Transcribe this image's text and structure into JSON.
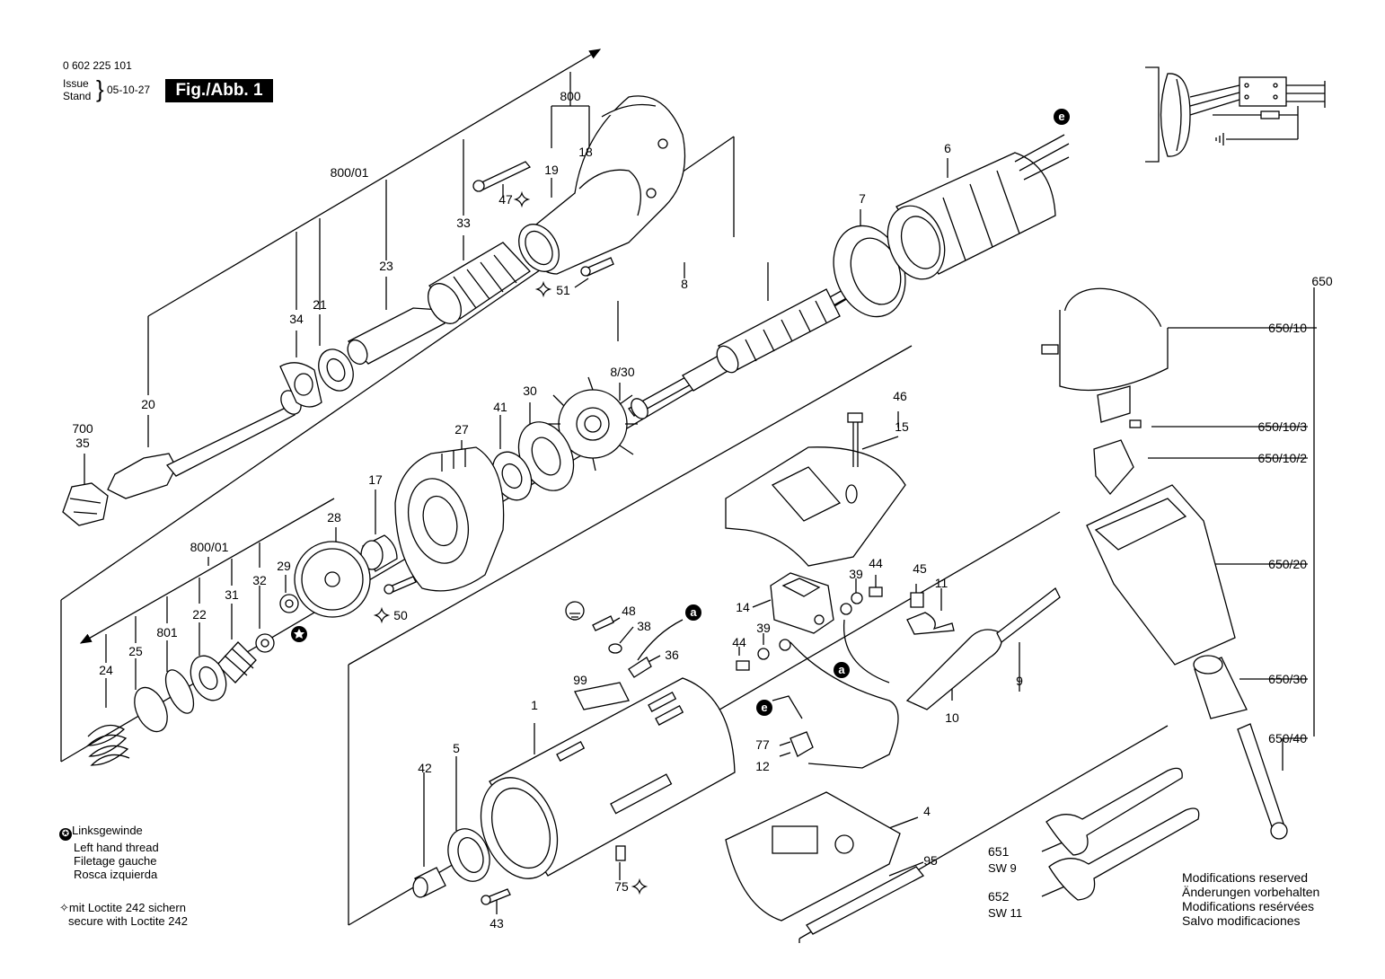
{
  "header": {
    "part_number": "0 602 225 101",
    "issue_label": "Issue",
    "stand_label": "Stand",
    "date": "05-10-27",
    "figure": "Fig./Abb. 1"
  },
  "callouts": {
    "c800": "800",
    "c18": "18",
    "c19": "19",
    "c47": "47",
    "c800_01_top": "800/01",
    "c33": "33",
    "c23": "23",
    "c51": "51",
    "c34": "34",
    "c21": "21",
    "c20": "20",
    "c700": "700",
    "c35": "35",
    "c6": "6",
    "c7": "7",
    "c8": "8",
    "c8_30": "8/30",
    "c30": "30",
    "c41": "41",
    "c27": "27",
    "c17": "17",
    "c28": "28",
    "c800_01_bottom": "800/01",
    "c29": "29",
    "c32": "32",
    "c31": "31",
    "c22": "22",
    "c801": "801",
    "c25": "25",
    "c24": "24",
    "c50": "50",
    "c46": "46",
    "c15": "15",
    "c48": "48",
    "c38": "38",
    "c36": "36",
    "c14": "14",
    "c39a": "39",
    "c44a": "44",
    "c45": "45",
    "c11": "11",
    "c39b": "39",
    "c44b": "44",
    "c99": "99",
    "c1": "1",
    "c9": "9",
    "c10": "10",
    "c77": "77",
    "c12": "12",
    "c42": "42",
    "c5": "5",
    "c75": "75",
    "c43": "43",
    "c4": "4",
    "c95": "95",
    "c650": "650",
    "c650_10": "650/10",
    "c650_10_3": "650/10/3",
    "c650_10_2": "650/10/2",
    "c650_20": "650/20",
    "c650_30": "650/30",
    "c650_40": "650/40",
    "c651": "651",
    "sw9": "SW 9",
    "c652": "652",
    "sw11": "SW 11",
    "mark_e1": "e",
    "mark_a1": "a",
    "mark_a2": "a",
    "mark_e2": "e"
  },
  "legend": {
    "left_hand_lines": [
      "Linksgewinde",
      "Left hand thread",
      "Filetage gauche",
      "Rosca izquierda"
    ],
    "loctite_lines": [
      "mit Loctite 242 sichern",
      "secure with Loctite 242"
    ]
  },
  "modifications": [
    "Modifications reserved",
    "Änderungen vorbehalten",
    "Modifications resérvées",
    "Salvo modificaciones"
  ]
}
